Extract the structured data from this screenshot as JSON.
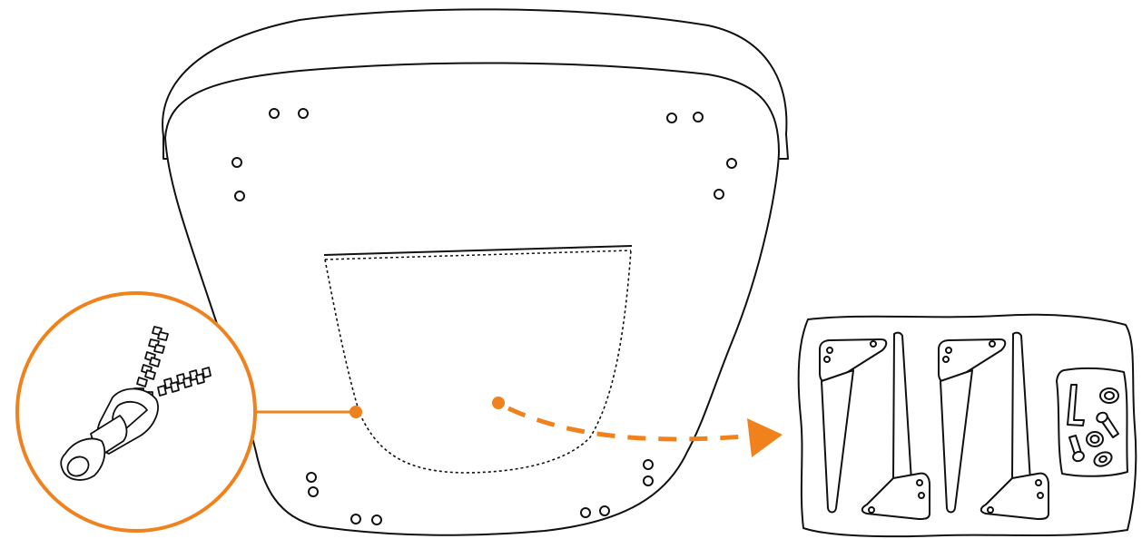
{
  "figure": {
    "colors": {
      "line": "#111111",
      "accent": "#f0821e",
      "background": "#ffffff"
    },
    "cushion": {
      "icon": "seat-cushion-underside",
      "mounting_holes": 16,
      "zip_pocket": "dashed-outline"
    },
    "callout": {
      "icon": "zipper-icon",
      "indicator": "orange-circle-magnifier"
    },
    "arrow": {
      "icon": "dashed-arrow-icon",
      "meaning": "pocket-contents"
    },
    "parts_kit": {
      "icon": "parts-kit-icon",
      "leg_count": 4,
      "hardware": [
        "allen-key-icon",
        "washer-icon",
        "bolt-icon"
      ]
    }
  }
}
